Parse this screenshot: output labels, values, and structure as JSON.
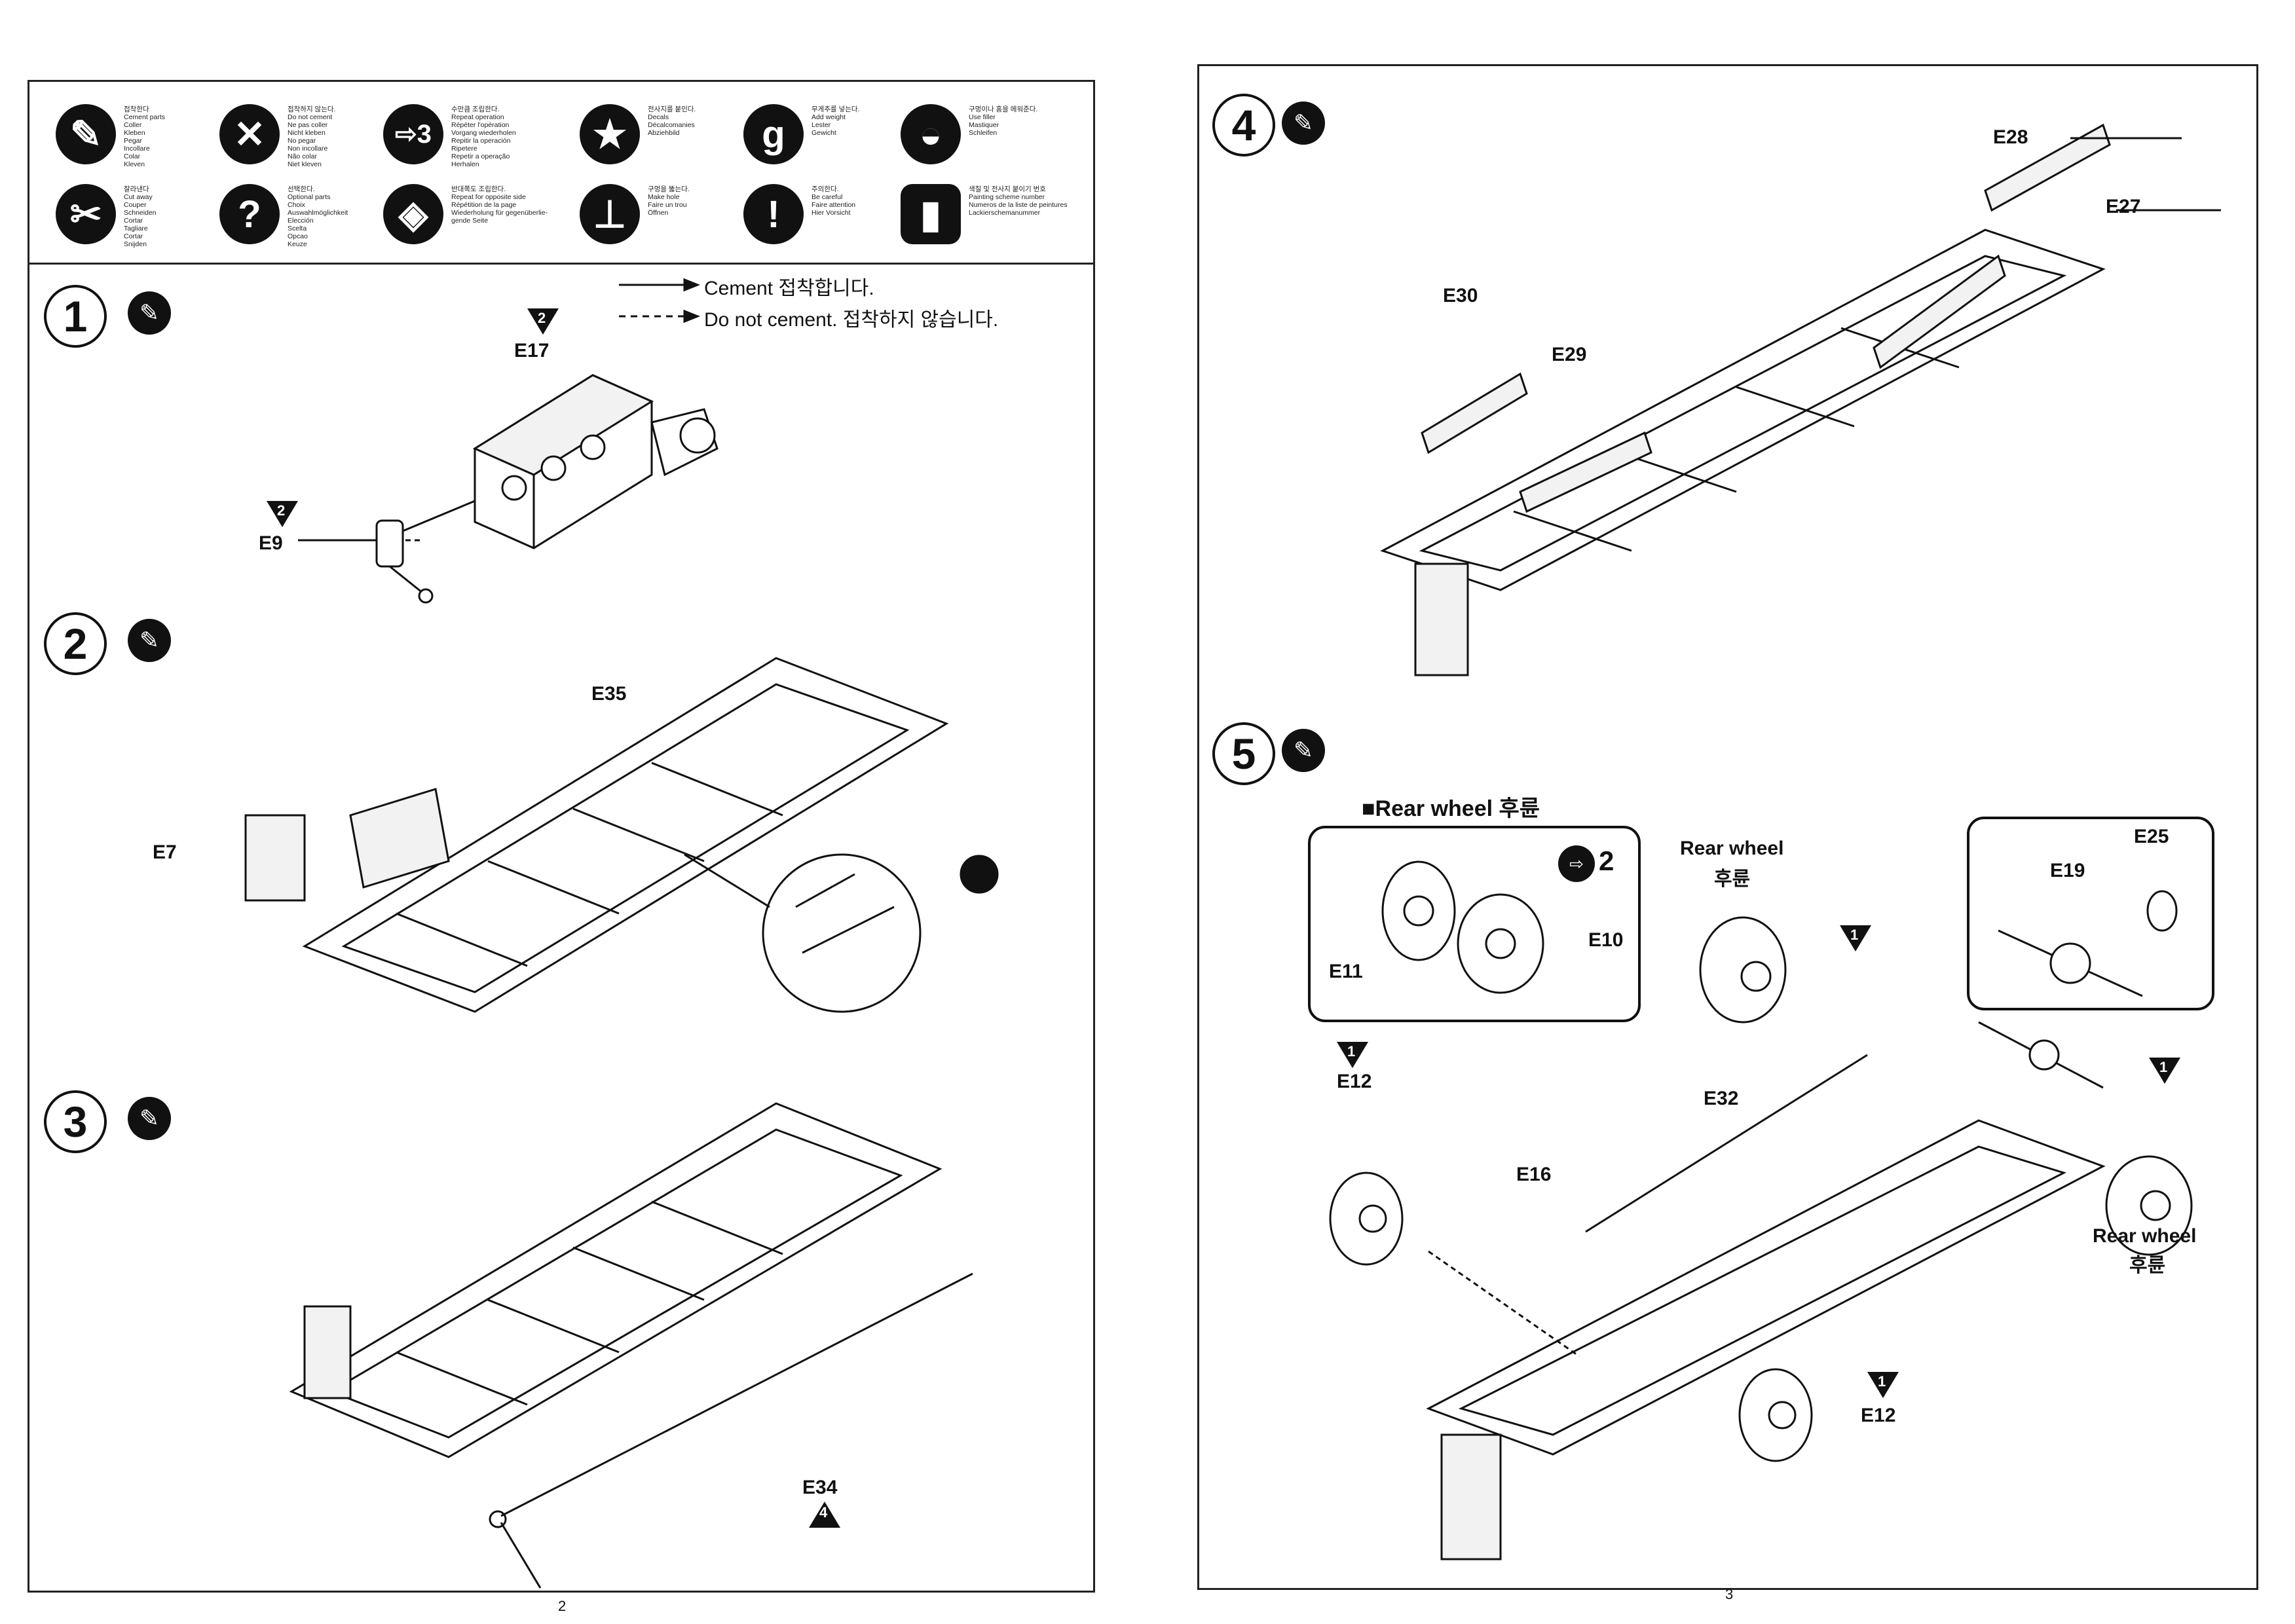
{
  "legend": [
    {
      "icon": "glue-icon",
      "symbol": "✎",
      "text": "접착한다\nCement parts\nColler\nKleben\nPegar\nIncollare\nColar\nKleven"
    },
    {
      "icon": "no-glue-icon",
      "symbol": "✕",
      "text": "접착하지 않는다.\nDo not cement\nNe pas coller\nNicht kleben\nNo pegar\nNon incollare\nNão colar\nNiet kleven"
    },
    {
      "icon": "repeat-icon",
      "symbol": "⇨3",
      "text": "수만큼 조립한다.\nRepeat operation\nRépéter l'opération\nVorgang wiederholen\nRepitir la operación\nRipetere\nRepetir a operação\nHerhalen"
    },
    {
      "icon": "decal-star-icon",
      "symbol": "★",
      "text": "전사지를 붙인다.\nDecals\nDécalcomanies\nAbziehbild"
    },
    {
      "icon": "weight-icon",
      "symbol": "g",
      "text": "무게추를 넣는다.\nAdd weight\nLester\nGewicht"
    },
    {
      "icon": "filler-icon",
      "symbol": "◒",
      "text": "구멍이나 홈을 메워준다.\nUse filler\nMastiquer\nSchleifen"
    },
    {
      "icon": "cut-icon",
      "symbol": "✂",
      "text": "잘라낸다\nCut away\nCouper\nSchneiden\nCortar\nTagliare\nCortar\nSnijden"
    },
    {
      "icon": "optional-icon",
      "symbol": "?",
      "text": "선택한다.\nOptional parts\nChoix\nAuswahlmöglichkeit\nElección\nScelta\nOpcao\nKeuze"
    },
    {
      "icon": "opposite-side-icon",
      "symbol": "◈",
      "text": "반대쪽도 조립한다.\nRepeat for opposite side\nRépétition de la page\nWiederholung für gegenüberlie-\ngende Seite"
    },
    {
      "icon": "drill-icon",
      "symbol": "⊥",
      "text": "구멍을 뚫는다.\nMake hole\nFaire un trou\nÖffnen"
    },
    {
      "icon": "caution-icon",
      "symbol": "!",
      "text": "주의한다.\nBe careful\nFaire attention\nHier Vorsicht"
    },
    {
      "icon": "paint-number-icon",
      "symbol": "▮",
      "text": "색칠 및 전사지 붙이기 번호\nPainting scheme number\nNumeros de la liste de peintures\nLackierschemanummer"
    }
  ],
  "cement_note": {
    "solid": "Cement  접착합니다.",
    "dashed": "Do  not  cement.  접착하지  않습니다."
  },
  "steps": {
    "s1": {
      "num": "1",
      "labels": {
        "e17": "E17",
        "e9": "E9"
      },
      "tri_e17": "2",
      "tri_e9": "2"
    },
    "s2": {
      "num": "2",
      "labels": {
        "e35": "E35",
        "e7": "E7"
      }
    },
    "s3": {
      "num": "3",
      "labels": {
        "e34": "E34"
      },
      "tri_e34": "4"
    },
    "s4": {
      "num": "4",
      "labels": {
        "e28": "E28",
        "e27": "E27",
        "e30": "E30",
        "e29": "E29"
      }
    },
    "s5": {
      "num": "5",
      "labels": {
        "rear_title": "■Rear wheel 후륜",
        "rear_wheel_a": "Rear  wheel",
        "rear_wheel_a_ko": "후륜",
        "rear_wheel_b": "Rear  wheel",
        "rear_wheel_b_ko": "후륜",
        "e11": "E11",
        "e10": "E10",
        "e12a": "E12",
        "e12b": "E12",
        "e32": "E32",
        "e16": "E16",
        "e19": "E19",
        "e25": "E25",
        "repeat": "2"
      },
      "tri": "1"
    }
  },
  "page_numbers": {
    "left": "2",
    "right": "3"
  }
}
